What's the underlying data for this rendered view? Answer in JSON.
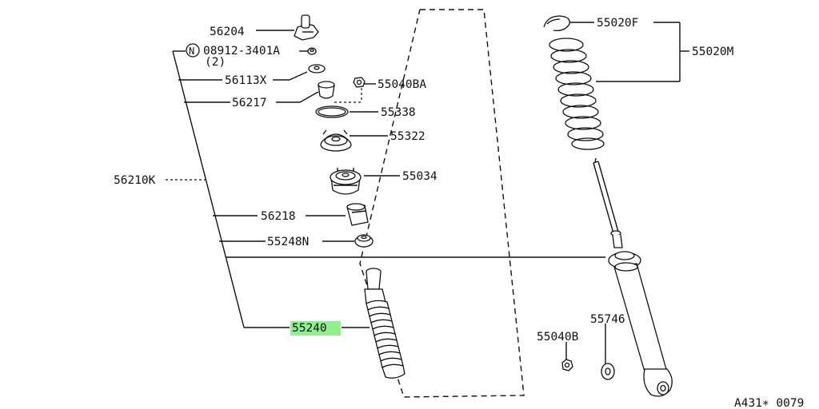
{
  "diagram": {
    "highlight_color": "#8ef08e",
    "parts": {
      "p56204": "56204",
      "p08912": "08912-3401A",
      "p08912_circle": "N",
      "p08912_qty": "(2)",
      "p56113x": "56113X",
      "p56217": "56217",
      "p55040ba": "55040BA",
      "p55338": "55338",
      "p55322": "55322",
      "p55034": "55034",
      "p56210k": "56210K",
      "p56218": "56218",
      "p55248n": "55248N",
      "p55240": "55240",
      "p55020f": "55020F",
      "p55020m": "55020M",
      "p55746": "55746",
      "p55040b": "55040B"
    },
    "figure_code": "A431∗ 0079"
  }
}
